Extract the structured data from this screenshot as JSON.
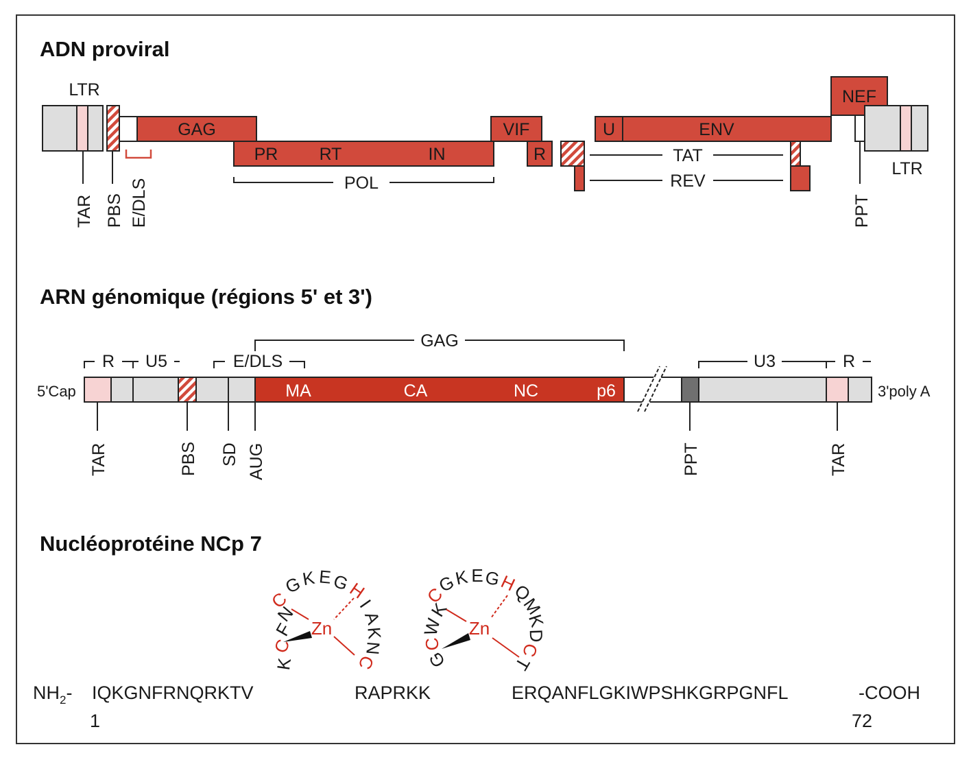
{
  "sections": {
    "proviral": "ADN proviral",
    "genomic": "ARN génomique (régions 5' et 3')",
    "ncp7": "Nucléoprotéine NCp 7"
  },
  "proviral": {
    "ltr_left": "LTR",
    "ltr_right": "LTR",
    "genes": {
      "gag": "GAG",
      "pr": "PR",
      "rt": "RT",
      "in": "IN",
      "pol": "POL",
      "vif": "VIF",
      "r": "R",
      "u": "U",
      "env": "ENV",
      "nef": "NEF",
      "tat": "TAT",
      "rev": "REV"
    },
    "sites": {
      "tar": "TAR",
      "pbs": "PBS",
      "edls": "E/DLS",
      "ppt": "PPT"
    }
  },
  "genomic": {
    "cap": "5'Cap",
    "polya": "3'poly A",
    "r_left": "R",
    "u5": "U5",
    "edls": "E/DLS",
    "gag": "GAG",
    "u3": "U3",
    "r_right": "R",
    "domains": {
      "ma": "MA",
      "ca": "CA",
      "nc": "NC",
      "p6": "p6"
    },
    "sites": {
      "tar_left": "TAR",
      "pbs": "PBS",
      "sd": "SD",
      "aug": "AUG",
      "ppt": "PPT",
      "tar_right": "TAR"
    }
  },
  "ncp7": {
    "nh2": "NH",
    "nh2_sub": "2",
    "nh2_dash": "-",
    "seg1": "IQKGNFRNQRKTV",
    "seg2": "RAPRKK",
    "seg3": "ERQANFLGKIWPSHKGRPGNFL",
    "cooh": "-COOH",
    "pos_start": "1",
    "pos_end": "72",
    "zn": "Zn",
    "finger1": [
      "K",
      "C",
      "F",
      "N",
      "C",
      "G",
      "K",
      "E",
      "G",
      "H",
      "I",
      "A",
      "K",
      "N",
      "C"
    ],
    "finger2": [
      "G",
      "C",
      "W",
      "K",
      "C",
      "G",
      "K",
      "E",
      "G",
      "H",
      "Q",
      "M",
      "K",
      "D",
      "C",
      "T"
    ]
  },
  "colors": {
    "gene_red": "#d14a3c",
    "domain_red": "#c83522",
    "zn_red": "#d02a1c",
    "ltr_grey": "#dedede",
    "tar_pink": "#f7d3d3",
    "ppt_dark": "#707070"
  }
}
